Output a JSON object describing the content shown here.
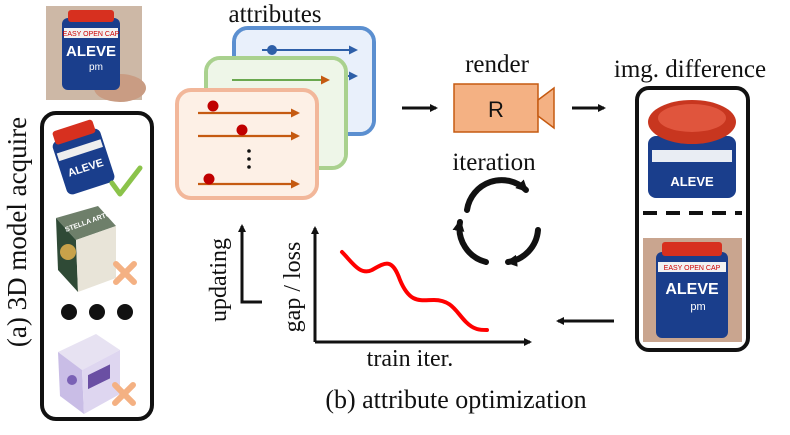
{
  "labels": {
    "model_acquire": "(a) 3D model acquire",
    "attributes": "attributes",
    "render": "render",
    "render_box": "R",
    "img_difference": "img. difference",
    "iteration": "iteration",
    "updating": "updating",
    "gap_loss": "gap / loss",
    "train_iter": "train iter.",
    "attribute_optimization": "(b) attribute optimization"
  },
  "product": {
    "easy_open_cap": "EASY OPEN CAP",
    "brand": "ALEVE",
    "variant": "pm",
    "box_brand": "STELLA ARTOIS"
  },
  "candidates": [
    {
      "name": "pill-bottle",
      "status": "check"
    },
    {
      "name": "beer-box",
      "status": "cross"
    },
    {
      "name": "medicine-box",
      "status": "cross"
    }
  ],
  "colors": {
    "card_orange": "#f2b79a",
    "card_green": "#a9d18e",
    "card_blue": "#5b8fd0",
    "arrow_brown": "#c55a11",
    "dot_red": "#c00000",
    "render_fill": "#f4b183",
    "loss_curve": "#ff0000",
    "check_green": "#8bc34a",
    "cross_orange": "#f4b183"
  },
  "icons": [
    "check-icon",
    "cross-icon",
    "ellipsis-dots-icon",
    "cycle-arrows-icon",
    "camera-icon"
  ]
}
